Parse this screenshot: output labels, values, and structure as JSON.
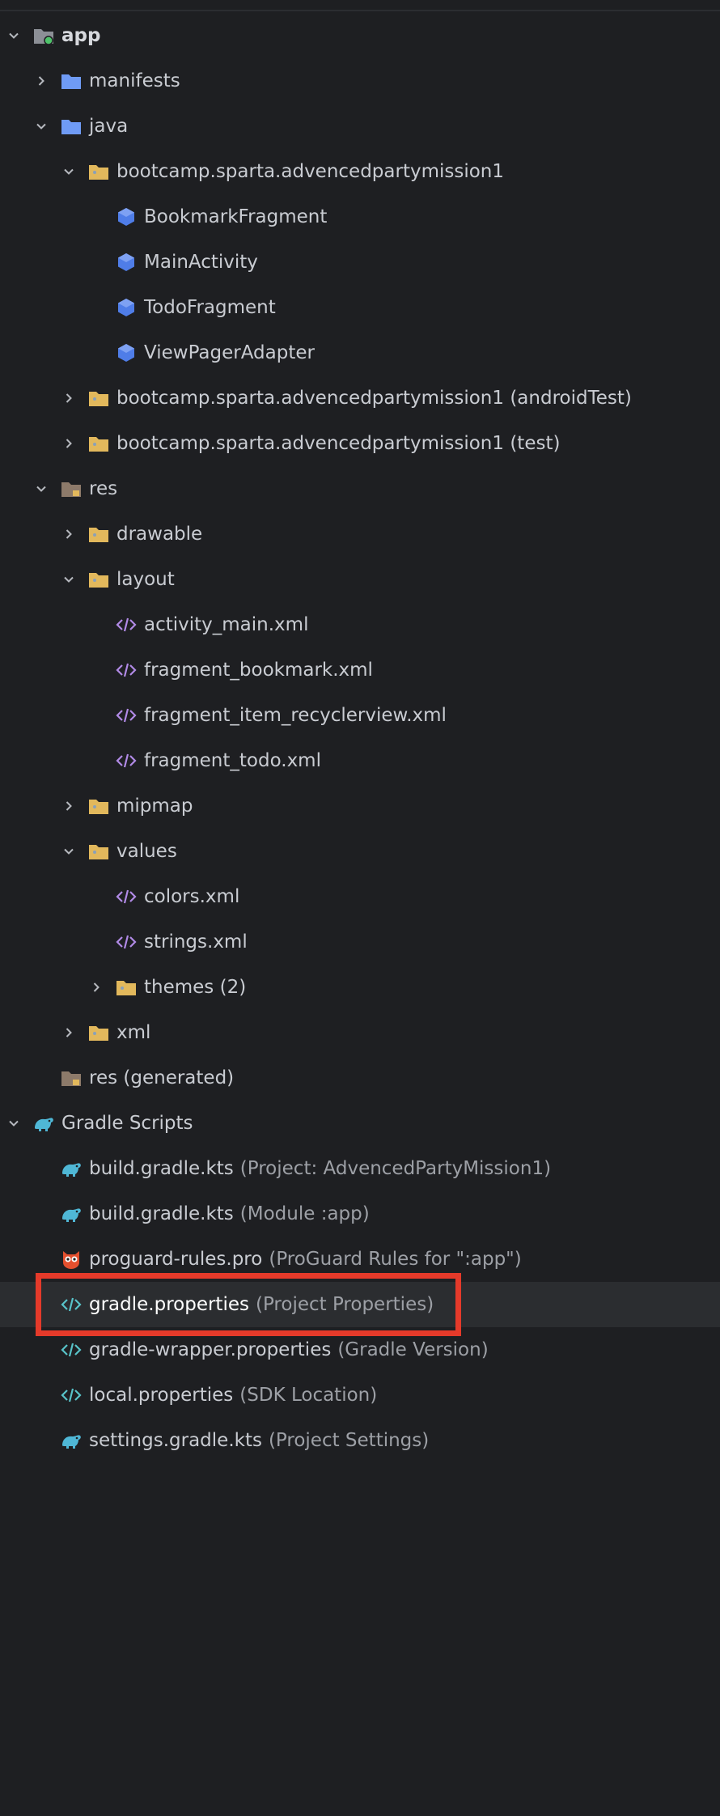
{
  "colors": {
    "background": "#1e1f22",
    "text": "#c9ccd2",
    "secondary_text": "#9da0a6",
    "folder_blue": "#6f9bf5",
    "folder_yellow": "#e2b85c",
    "folder_res": "#8d7a6a",
    "class_icon": "#4f7de8",
    "xml_icon": "#b18ae6",
    "props_icon": "#58c3c9",
    "gradle_icon": "#4fb7d6",
    "proguard_icon": "#e4502f",
    "highlight_border": "#e53a2a",
    "hover_row": "#2b2d30"
  },
  "highlight": {
    "target_index": 28
  },
  "tree": [
    {
      "label": "app",
      "depth": 0,
      "state": "expanded",
      "icon": "module-folder-icon",
      "bold": true
    },
    {
      "label": "manifests",
      "depth": 1,
      "state": "collapsed",
      "icon": "folder-blue-icon"
    },
    {
      "label": "java",
      "depth": 1,
      "state": "expanded",
      "icon": "folder-blue-icon"
    },
    {
      "label": "bootcamp.sparta.advencedpartymission1",
      "depth": 2,
      "state": "expanded",
      "icon": "package-folder-icon"
    },
    {
      "label": "BookmarkFragment",
      "depth": 3,
      "state": "leaf",
      "icon": "class-icon"
    },
    {
      "label": "MainActivity",
      "depth": 3,
      "state": "leaf",
      "icon": "class-icon"
    },
    {
      "label": "TodoFragment",
      "depth": 3,
      "state": "leaf",
      "icon": "class-icon"
    },
    {
      "label": "ViewPagerAdapter",
      "depth": 3,
      "state": "leaf",
      "icon": "class-icon"
    },
    {
      "label": "bootcamp.sparta.advencedpartymission1 (androidTest)",
      "depth": 2,
      "state": "collapsed",
      "icon": "package-folder-icon"
    },
    {
      "label": "bootcamp.sparta.advencedpartymission1 (test)",
      "depth": 2,
      "state": "collapsed",
      "icon": "package-folder-icon"
    },
    {
      "label": "res",
      "depth": 1,
      "state": "expanded",
      "icon": "res-folder-icon"
    },
    {
      "label": "drawable",
      "depth": 2,
      "state": "collapsed",
      "icon": "package-folder-icon"
    },
    {
      "label": "layout",
      "depth": 2,
      "state": "expanded",
      "icon": "package-folder-icon"
    },
    {
      "label": "activity_main.xml",
      "depth": 3,
      "state": "leaf",
      "icon": "xml-icon"
    },
    {
      "label": "fragment_bookmark.xml",
      "depth": 3,
      "state": "leaf",
      "icon": "xml-icon"
    },
    {
      "label": "fragment_item_recyclerview.xml",
      "depth": 3,
      "state": "leaf",
      "icon": "xml-icon"
    },
    {
      "label": "fragment_todo.xml",
      "depth": 3,
      "state": "leaf",
      "icon": "xml-icon"
    },
    {
      "label": "mipmap",
      "depth": 2,
      "state": "collapsed",
      "icon": "package-folder-icon"
    },
    {
      "label": "values",
      "depth": 2,
      "state": "expanded",
      "icon": "package-folder-icon"
    },
    {
      "label": "colors.xml",
      "depth": 3,
      "state": "leaf",
      "icon": "xml-icon"
    },
    {
      "label": "strings.xml",
      "depth": 3,
      "state": "leaf",
      "icon": "xml-icon"
    },
    {
      "label": "themes (2)",
      "depth": 3,
      "state": "collapsed",
      "icon": "package-folder-icon"
    },
    {
      "label": "xml",
      "depth": 2,
      "state": "collapsed",
      "icon": "package-folder-icon"
    },
    {
      "label": "res (generated)",
      "depth": 1,
      "state": "leaf",
      "icon": "res-folder-icon"
    },
    {
      "label": "Gradle Scripts",
      "depth": 0,
      "state": "expanded",
      "icon": "gradle-icon"
    },
    {
      "label": "build.gradle.kts",
      "secondary": "(Project: AdvencedPartyMission1)",
      "depth": 1,
      "state": "leaf",
      "icon": "gradle-icon"
    },
    {
      "label": "build.gradle.kts",
      "secondary": "(Module :app)",
      "depth": 1,
      "state": "leaf",
      "icon": "gradle-icon"
    },
    {
      "label": "proguard-rules.pro",
      "secondary": "(ProGuard Rules for \":app\")",
      "depth": 1,
      "state": "leaf",
      "icon": "proguard-icon"
    },
    {
      "label": "gradle.properties",
      "secondary": "(Project Properties)",
      "depth": 1,
      "state": "leaf",
      "icon": "properties-icon",
      "selected": true
    },
    {
      "label": "gradle-wrapper.properties",
      "secondary": "(Gradle Version)",
      "depth": 1,
      "state": "leaf",
      "icon": "properties-icon"
    },
    {
      "label": "local.properties",
      "secondary": "(SDK Location)",
      "depth": 1,
      "state": "leaf",
      "icon": "properties-icon"
    },
    {
      "label": "settings.gradle.kts",
      "secondary": "(Project Settings)",
      "depth": 1,
      "state": "leaf",
      "icon": "gradle-icon"
    }
  ]
}
